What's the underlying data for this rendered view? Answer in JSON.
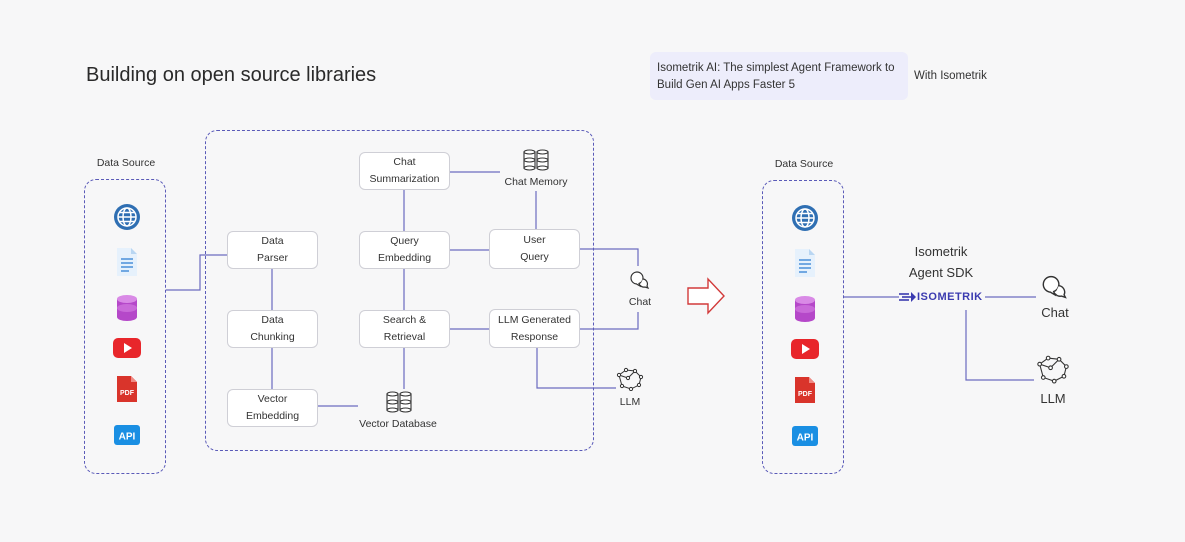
{
  "title": "Building on open source libraries",
  "callout": {
    "line1": "Isometrik AI: The simplest Agent Framework to",
    "line2": "Build Gen AI Apps Faster 5"
  },
  "with_label": "With Isometrik",
  "left": {
    "data_source_label": "Data Source",
    "sources": [
      "globe-icon",
      "document-icon",
      "database-icon",
      "youtube-icon",
      "pdf-icon",
      "api-icon"
    ],
    "pdf_text": "PDF",
    "api_text": "API",
    "nodes": {
      "data_parser": [
        "Data",
        "Parser"
      ],
      "data_chunking": [
        "Data",
        "Chunking"
      ],
      "vector_embedding": [
        "Vector",
        "Embedding"
      ],
      "chat_summarization": [
        "Chat",
        "Summarization"
      ],
      "query_embedding": [
        "Query",
        "Embedding"
      ],
      "search_retrieval": [
        "Search &",
        "Retrieval"
      ],
      "user_query": [
        "User",
        "Query"
      ],
      "llm_response": [
        "LLM Generated",
        "Response"
      ]
    },
    "chat_memory": "Chat Memory",
    "vector_database": "Vector Database",
    "chat": "Chat",
    "llm": "LLM"
  },
  "right": {
    "data_source_label": "Data Source",
    "sdk_line1": "Isometrik",
    "sdk_line2": "Agent SDK",
    "logo_text": "ISOMETRIK",
    "chat": "Chat",
    "llm": "LLM"
  },
  "colors": {
    "connector": "#6b6bc0",
    "dashed_border": "#5a5ab8",
    "arrow": "#d23a3a",
    "callout_bg": "#ededfb",
    "globe": "#2f6fb3",
    "database": "#b548c9",
    "youtube": "#e8262b",
    "pdf": "#d9342b",
    "api": "#1a8fe3"
  }
}
